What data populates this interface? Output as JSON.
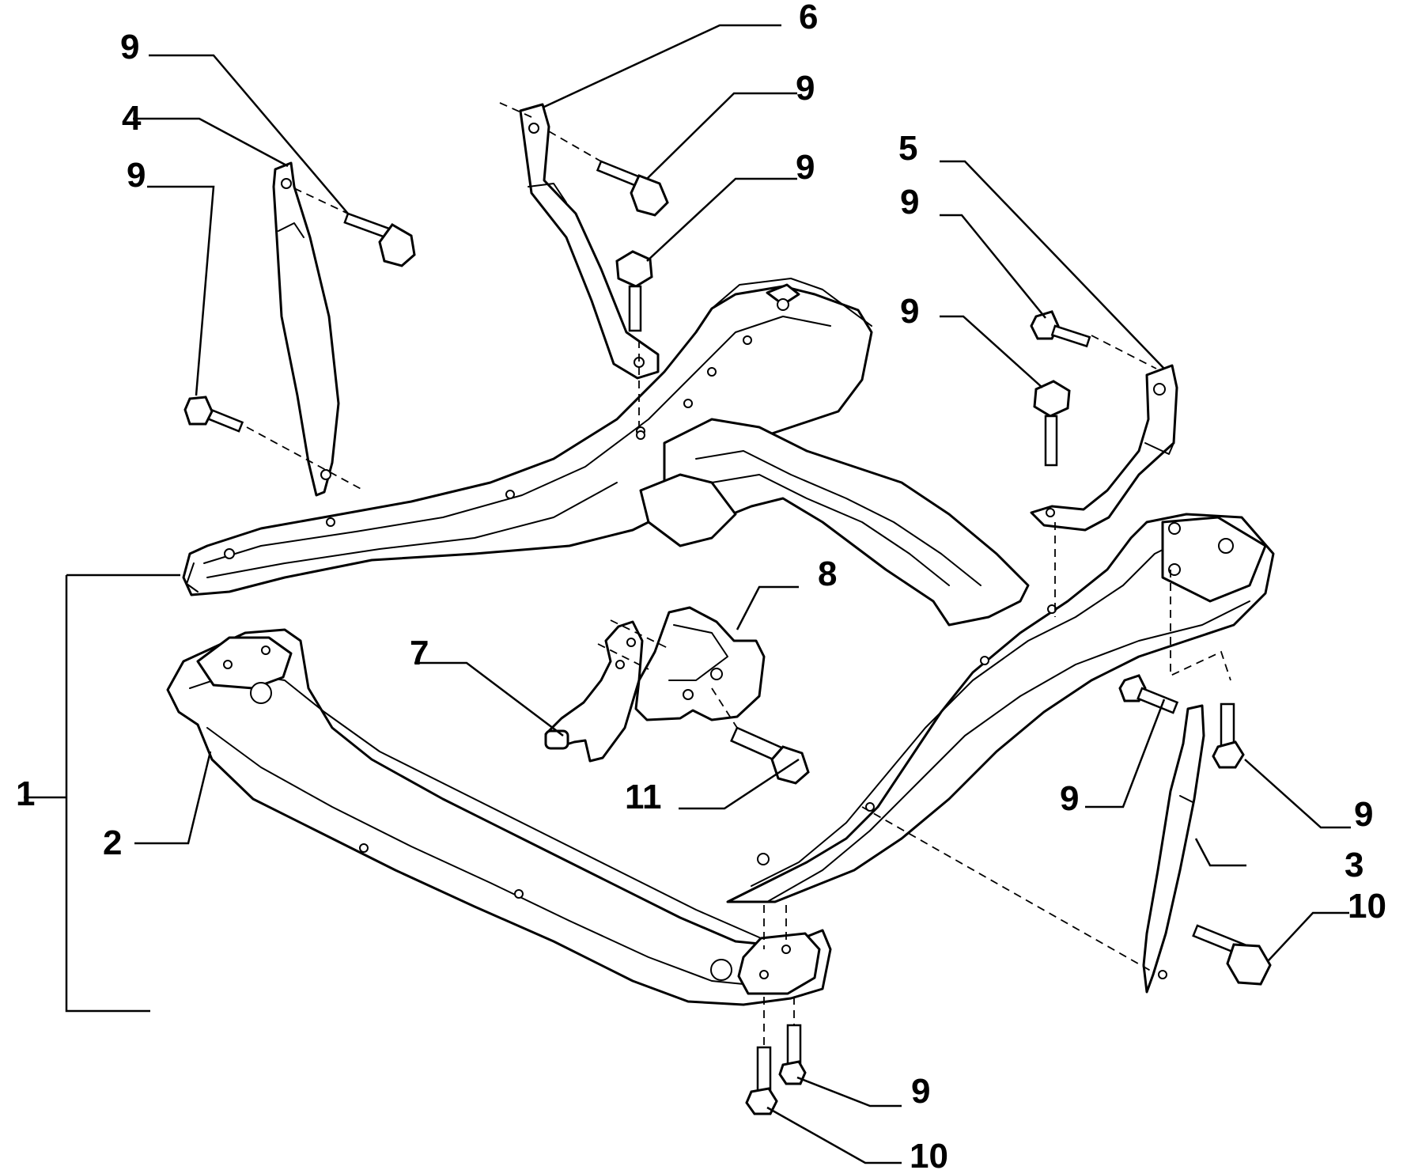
{
  "colors": {
    "line": "#000000",
    "background": "#ffffff"
  },
  "callouts": {
    "c1": "1",
    "c2": "2",
    "c3": "3",
    "c4": "4",
    "c5": "5",
    "c6": "6",
    "c7": "7",
    "c8": "8",
    "c9a": "9",
    "c9b": "9",
    "c9c": "9",
    "c9d": "9",
    "c9e": "9",
    "c9f": "9",
    "c9g": "9",
    "c9h": "9",
    "c9i": "9",
    "c10a": "10",
    "c10b": "10",
    "c11": "11"
  }
}
